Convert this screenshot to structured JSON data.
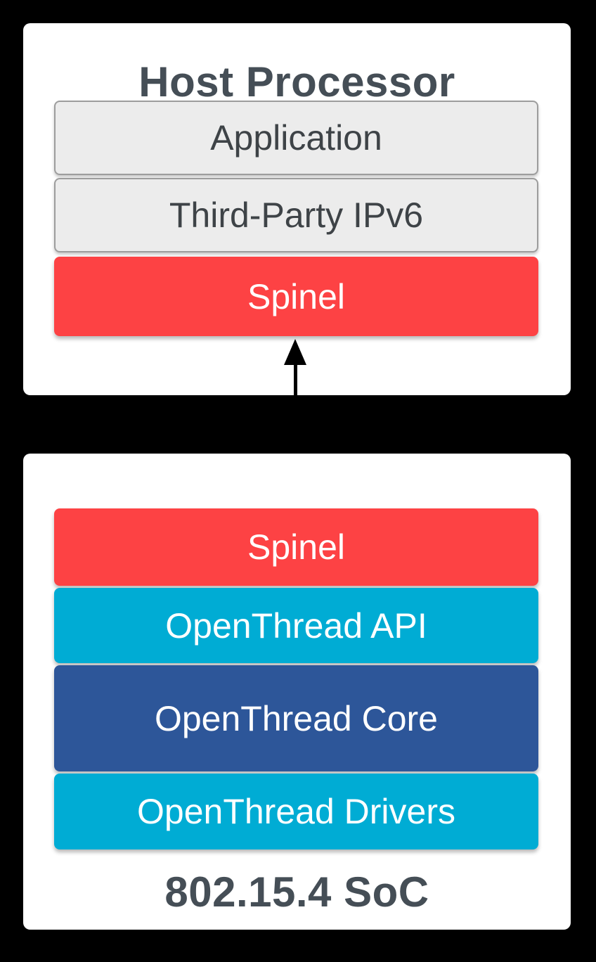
{
  "diagram": {
    "description": "OpenThread NCP architecture diagram"
  },
  "colors": {
    "background": "#000000",
    "panel": "#ffffff",
    "title_text": "#454e56",
    "gray_layer_fill": "#ececec",
    "gray_layer_border": "#9d9d9d",
    "gray_layer_text": "#3e4347",
    "red": "#fd4244",
    "cyan": "#00acd4",
    "dark_blue": "#2d5699",
    "white_text": "#ffffff",
    "arrow": "#000000"
  },
  "host_panel": {
    "title": "Host Processor",
    "layers": [
      {
        "label": "Application",
        "style": "gray"
      },
      {
        "label": "Third-Party IPv6",
        "style": "gray"
      },
      {
        "label": "Spinel",
        "style": "red"
      }
    ]
  },
  "connector": {
    "type": "bidirectional-vertical-arrow"
  },
  "soc_panel": {
    "title": "802.15.4 SoC",
    "layers": [
      {
        "label": "Spinel",
        "style": "red"
      },
      {
        "label": "OpenThread API",
        "style": "cyan"
      },
      {
        "label": "OpenThread Core",
        "style": "blue"
      },
      {
        "label": "OpenThread Drivers",
        "style": "cyan"
      }
    ]
  }
}
